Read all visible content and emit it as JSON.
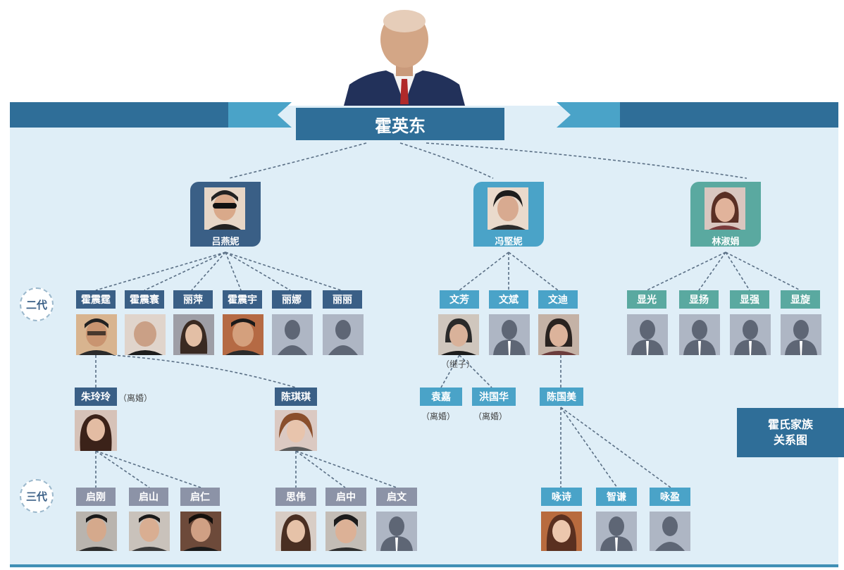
{
  "patriarch": {
    "name": "霍英东"
  },
  "legend": {
    "line1": "霍氏家族",
    "line2": "关系图"
  },
  "generations": {
    "second": "二代",
    "third": "三代"
  },
  "wives": [
    {
      "name": "吕燕妮"
    },
    {
      "name": "冯堅妮"
    },
    {
      "name": "林淑娟"
    }
  ],
  "children_wife1": [
    "霍震霆",
    "霍震寰",
    "丽萍",
    "霍震宇",
    "丽娜",
    "丽丽"
  ],
  "children_wife2": [
    "文芳",
    "文斌",
    "文迪"
  ],
  "children_wife3": [
    "显光",
    "显扬",
    "显强",
    "显旋"
  ],
  "spouses": {
    "zhu": {
      "name": "朱玲玲",
      "note": "（离婚）"
    },
    "chen_qiqi": {
      "name": "陈琪琪"
    },
    "yuan": {
      "name": "袁嘉",
      "note": "（离婚）"
    },
    "hong": {
      "name": "洪国华",
      "note": "（离婚）"
    },
    "chen_guomei": {
      "name": "陈国美"
    },
    "stepson_note": "（继子）"
  },
  "grandchildren_zhu": [
    "启刚",
    "启山",
    "启仁"
  ],
  "grandchildren_chen": [
    "思伟",
    "启中",
    "启文"
  ],
  "grandchildren_wendi": [
    "咏诗",
    "智谦",
    "咏盈"
  ],
  "colors": {
    "navy": "#3a5f86",
    "teal": "#4aa3c8",
    "green": "#5aa9a0",
    "grey": "#8c93a7",
    "banner": "#2f6e98",
    "background": "#dfeef7"
  }
}
